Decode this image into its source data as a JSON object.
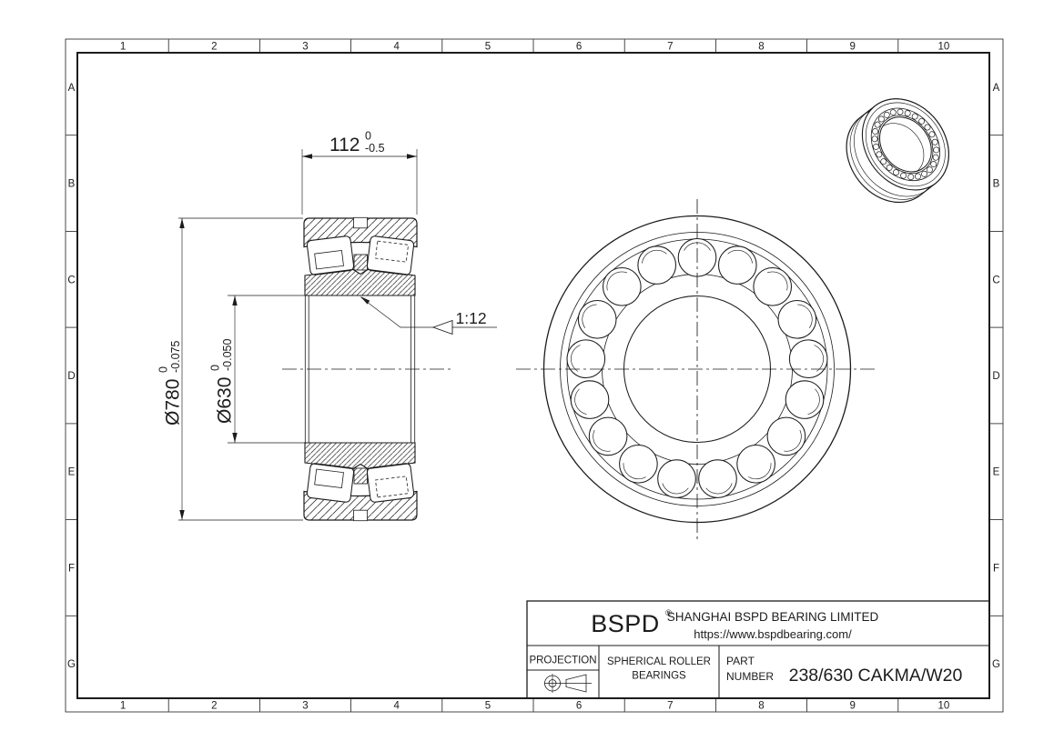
{
  "colors": {
    "ink": "#1c1c1c",
    "paper": "#ffffff"
  },
  "grid": {
    "columns": [
      "1",
      "2",
      "3",
      "4",
      "5",
      "6",
      "7",
      "8",
      "9",
      "10"
    ],
    "rows": [
      "A",
      "B",
      "C",
      "D",
      "E",
      "F",
      "G"
    ]
  },
  "dimensions": {
    "width": {
      "value": "112",
      "tol_upper": "0",
      "tol_lower": "-0.5"
    },
    "outer_diameter": {
      "value": "Ø780",
      "tol_upper": "0",
      "tol_lower": "-0.075"
    },
    "bore_diameter": {
      "value": "Ø630",
      "tol_upper": "0",
      "tol_lower": "-0.050"
    },
    "taper_label": "1:12"
  },
  "front_view": {
    "roller_count": 17
  },
  "isometric": {
    "roller_count": 26
  },
  "title_block": {
    "logo": "BSPD",
    "registered_mark": "®",
    "company": "SHANGHAI BSPD BEARING LIMITED",
    "website": "https://www.bspdbearing.com/",
    "projection_label": "PROJECTION",
    "product_line1": "SPHERICAL ROLLER",
    "product_line2": "BEARINGS",
    "part_label_line1": "PART",
    "part_label_line2": "NUMBER",
    "part_number": "238/630 CAKMA/W20"
  }
}
